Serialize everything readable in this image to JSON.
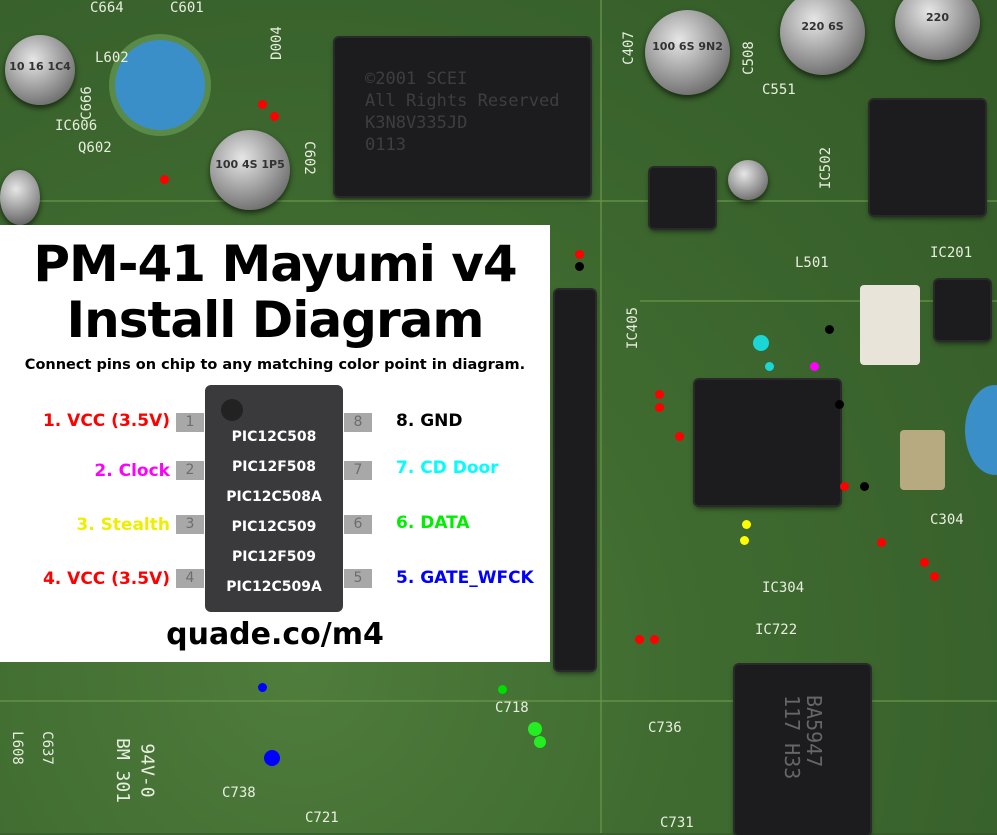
{
  "diagram": {
    "title_line1": "PM-41 Mayumi v4",
    "title_line2": "Install Diagram",
    "subtitle": "Connect pins on chip to any matching color point in diagram.",
    "chip_models": [
      "PIC12C508",
      "PIC12F508",
      "PIC12C508A",
      "PIC12C509",
      "PIC12F509",
      "PIC12C509A"
    ],
    "pins_left": [
      {
        "number": "1",
        "label": "1. VCC (3.5V)",
        "color": "#ff0000"
      },
      {
        "number": "2",
        "label": "2. Clock",
        "color": "#ff00ff"
      },
      {
        "number": "3",
        "label": "3. Stealth",
        "color": "#ffee00"
      },
      {
        "number": "4",
        "label": "4. VCC (3.5V)",
        "color": "#ff0000"
      }
    ],
    "pins_right": [
      {
        "number": "8",
        "label": "8. GND",
        "color": "#000000"
      },
      {
        "number": "7",
        "label": "7. CD Door",
        "color": "#00e5ff"
      },
      {
        "number": "6",
        "label": "6. DATA",
        "color": "#00dd00"
      },
      {
        "number": "5",
        "label": "5. GATE_WFCK",
        "color": "#0000ff"
      }
    ],
    "url": "quade.co/m4"
  },
  "board": {
    "main_ic_text": "©2001 SCEI\nAll Rights Reserved\nK3N8V335JD\n0113",
    "driver_ic_text": "BA5947\n117 H33",
    "silkscreen": [
      "C664",
      "C601",
      "L602",
      "C666",
      "IC606",
      "Q602",
      "D004",
      "C602",
      "C407",
      "C508",
      "C551",
      "IC502",
      "L501",
      "IC201",
      "IC405",
      "C304",
      "IC304",
      "IC722",
      "C736",
      "C738",
      "C721",
      "C718",
      "L608",
      "C637",
      "BM 301",
      "94V-0",
      "C731"
    ],
    "capacitors": [
      "10 16 1C4",
      "100 4S 1P5",
      "100 6S 9N2",
      "220 6S",
      "220"
    ]
  }
}
